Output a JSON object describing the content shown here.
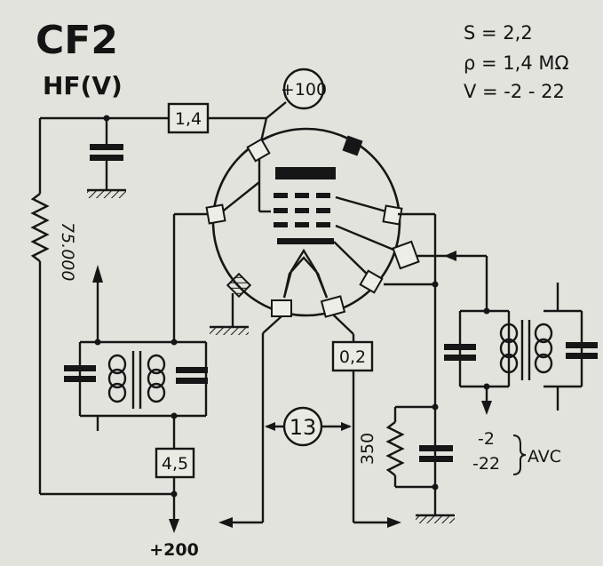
{
  "title": "CF2",
  "subtitle": "HF(V)",
  "params": {
    "s": "S = 2,2",
    "rho": "ρ = 1,4 MΩ",
    "v": "V = -2 - 22"
  },
  "components": {
    "plate_supply": "+100",
    "plate_resistor": "1,4",
    "grid_resistor": "75.000",
    "screen_resistor": "4,5",
    "cathode_resistor_box": "0,2",
    "pin_number": "13",
    "cathode_resistor": "350"
  },
  "labels": {
    "supply": "+200",
    "avc_line1": "-2",
    "avc_line2": "-22",
    "avc": "AVC"
  }
}
